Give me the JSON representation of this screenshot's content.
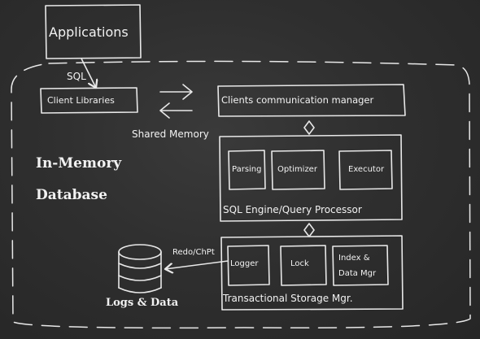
{
  "diagram": {
    "applications": "Applications",
    "sql_label": "SQL",
    "client_libraries": "Client Libraries",
    "shared_memory": "Shared Memory",
    "comm_manager": "Clients communication manager",
    "title_line1": "In-Memory",
    "title_line2": "Database",
    "parsing": "Parsing",
    "optimizer": "Optimizer",
    "executor": "Executor",
    "sql_engine": "SQL Engine/Query Processor",
    "redo_label": "Redo/ChPt",
    "logger": "Logger",
    "lock": "Lock",
    "index_line1": "Index &",
    "index_line2": "Data Mgr",
    "storage_mgr": "Transactional Storage Mgr.",
    "logs_data": "Logs & Data"
  },
  "colors": {
    "background": "#2f2f2f",
    "chalk": "#eeeeee"
  }
}
